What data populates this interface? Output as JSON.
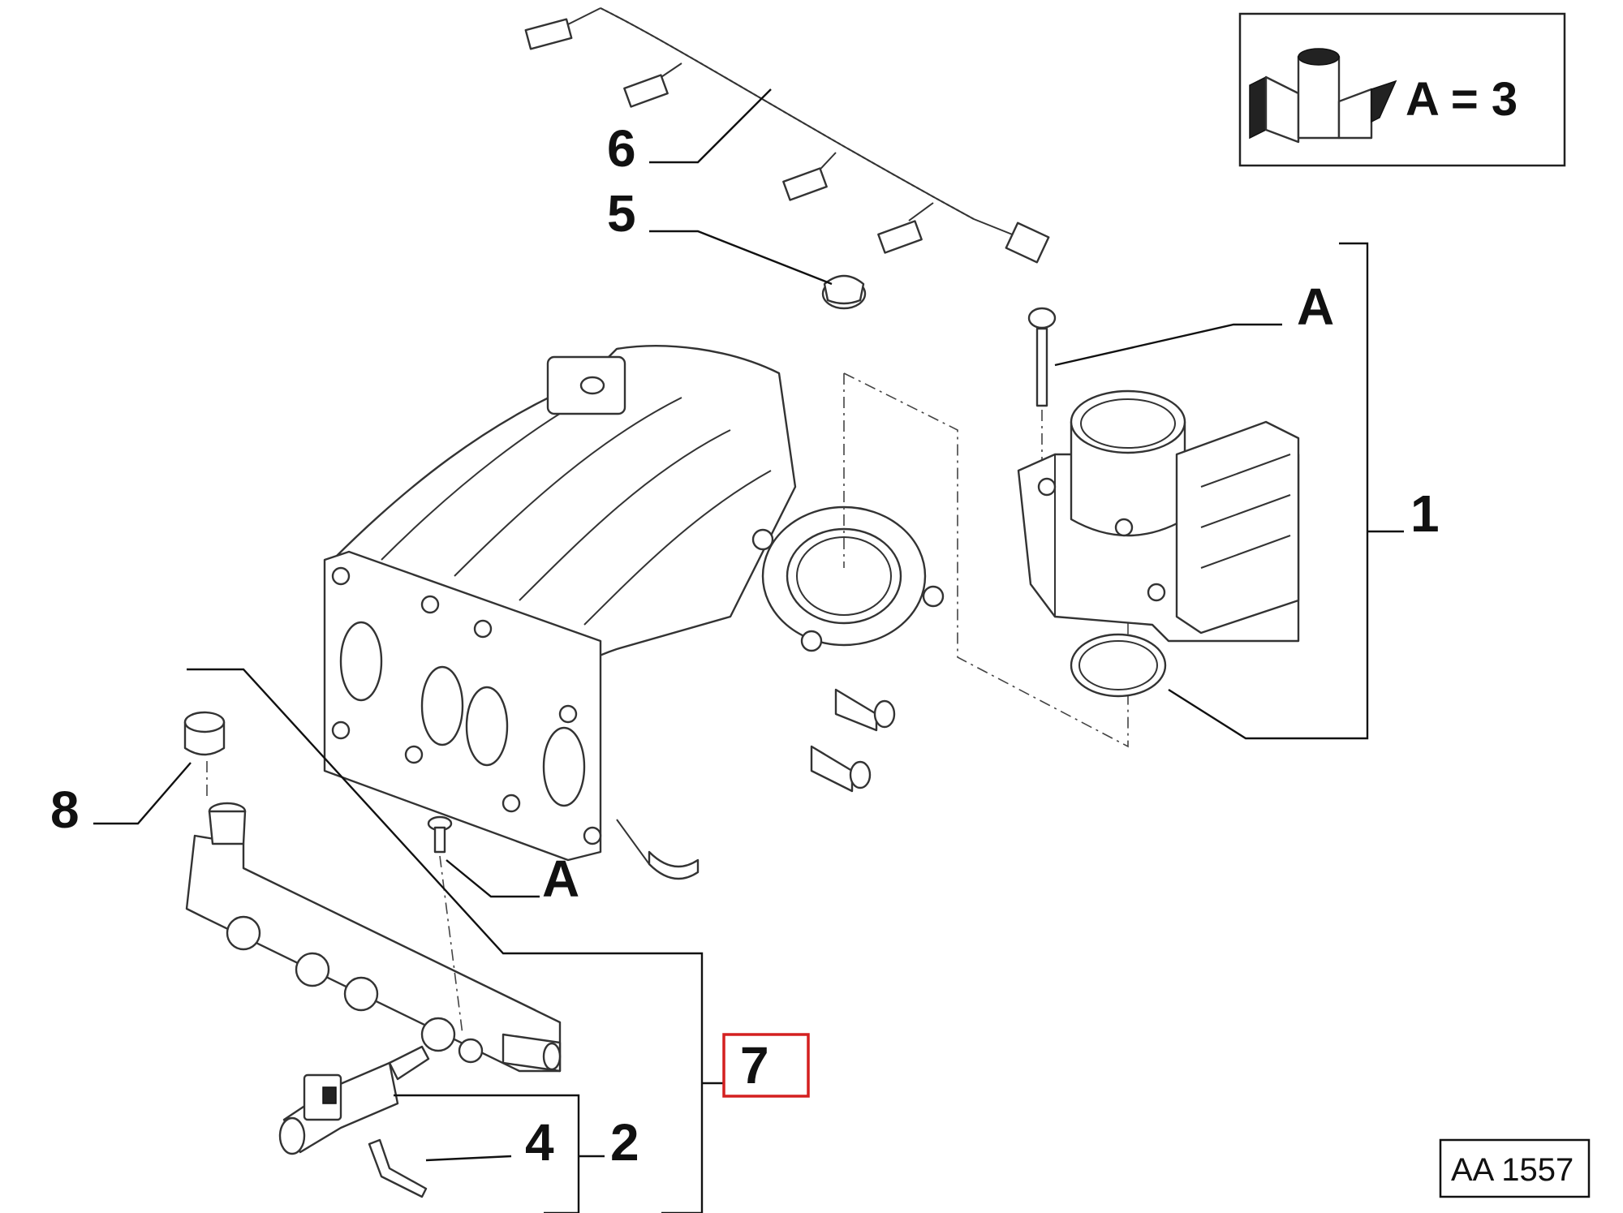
{
  "callouts": {
    "c1": "1",
    "c2": "2",
    "c4": "4",
    "c5": "5",
    "c6": "6",
    "c7": "7",
    "c8": "8",
    "a_throttle": "A",
    "a_manifold": "A"
  },
  "legend_box": {
    "text": "A = 3"
  },
  "reference_code": "AA 1557",
  "highlight_color": "#d42020"
}
